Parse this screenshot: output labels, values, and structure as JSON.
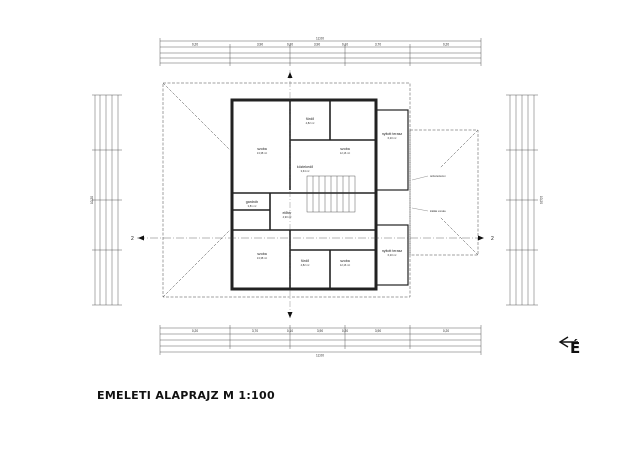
{
  "drawing": {
    "title": "EMELETI ALAPRAJZ M 1:100",
    "section_marker": "2"
  },
  "dimensions": {
    "top_total": "12,00",
    "bottom_total": "12,00",
    "top_row": [
      "0,20",
      "3,90",
      "0,20",
      "3,90",
      "0,10",
      "3,70",
      "0,20"
    ],
    "bottom_row": [
      "0,20",
      "3,70",
      "0,10",
      "3,90",
      "0,20",
      "3,90",
      "0,20"
    ],
    "left_total": "10,20",
    "right_total": "10,20"
  },
  "rooms": [
    {
      "name": "szoba",
      "area": "13,38 m²"
    },
    {
      "name": "fürdő",
      "area": "4,82 m²"
    },
    {
      "name": "szoba",
      "area": "12,16 m²"
    },
    {
      "name": "közlekedő",
      "area": "3,64 m²"
    },
    {
      "name": "gardrób",
      "area": "3,81 m²"
    },
    {
      "name": "előtér",
      "area": "4,90 m²"
    },
    {
      "name": "szoba",
      "area": "13,38 m²"
    },
    {
      "name": "fürdő",
      "area": "4,82 m²"
    },
    {
      "name": "szoba",
      "area": "12,16 m²"
    },
    {
      "name": "nyitott terasz",
      "area": "6,20 m²"
    },
    {
      "name": "nyitott terasz",
      "area": "6,20 m²"
    }
  ],
  "annotations": {
    "roof_note_1": "tetőszerkezet",
    "roof_note_2": "kiállás vonala"
  },
  "north_arrow_label": "É"
}
